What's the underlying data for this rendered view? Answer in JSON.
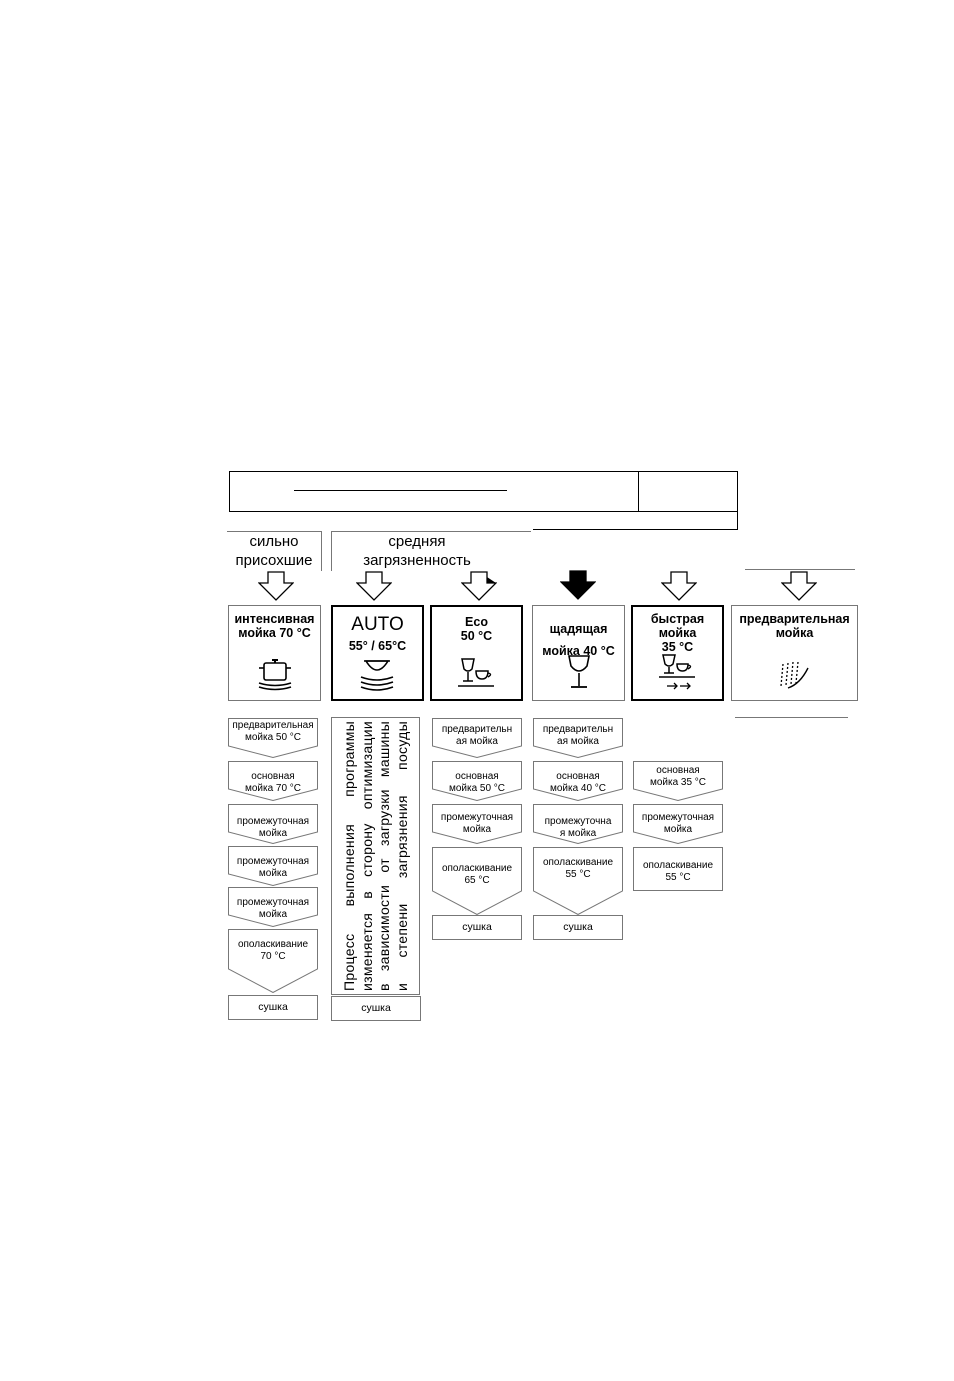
{
  "header": {
    "soil_levels": {
      "heavy": "сильно\nприсохшие",
      "medium": "средняя\nзагрязненность"
    }
  },
  "programs": [
    {
      "id": "intensive",
      "name": "интенсивная\nмойка 70 °C",
      "icon": "pot-icon",
      "highlighted": false
    },
    {
      "id": "auto",
      "name": "AUTO",
      "temp": "55° / 65°C",
      "icon": "plates-icon",
      "highlighted": true
    },
    {
      "id": "eco",
      "name": "Eco\n50 °C",
      "icon": "glass-cup-icon",
      "highlighted": true
    },
    {
      "id": "gentle",
      "name": "щадящая\nмойка 40 °C",
      "icon": "wine-glass-icon",
      "highlighted": false,
      "arrow": "filled"
    },
    {
      "id": "quick",
      "name": "быстрая\nмойка\n35 °C",
      "icon": "glass-cup-fast-icon",
      "highlighted": true
    },
    {
      "id": "prewash",
      "name": "предварительная\nмойка",
      "icon": "spray-icon",
      "highlighted": false
    }
  ],
  "steps": {
    "intensive": [
      "предварительная\nмойка 50 °C",
      "основная\nмойка 70 °C",
      "промежуточная\nмойка",
      "промежуточная\nмойка",
      "промежуточная\nмойка",
      "ополаскивание\n70 °C"
    ],
    "eco": [
      "предварительн\nая мойка",
      "основная\nмойка 50 °C",
      "промежуточная\nмойка",
      "ополаскивание\n65 °C"
    ],
    "gentle": [
      "предварительн\nая мойка",
      "основная\nмойка 40 °C",
      "промежуточна\nя мойка",
      "ополаскивание\n55 °C"
    ],
    "quick": [
      "основная\nмойка 35 °C",
      "промежуточная\nмойка",
      "ополаскивание\n55 °C"
    ]
  },
  "auto_note": "Процесс выполнения программы\nизменяется в сторону оптимизации\nв зависимости от загрузки машины\nи степени загрязнения посуды",
  "drying_label": "сушка",
  "colors": {
    "line": "#000000",
    "thin_border": "#777777",
    "background": "#ffffff"
  }
}
